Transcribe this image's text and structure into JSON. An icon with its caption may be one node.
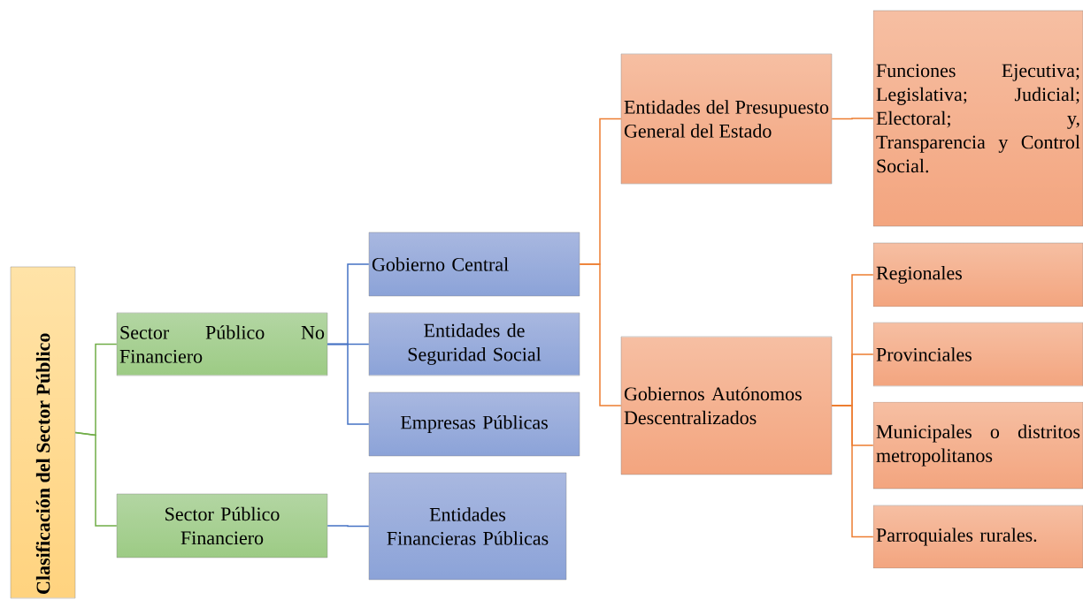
{
  "diagram": {
    "nodes": [
      {
        "text": [
          "Clasificación del Sector Público"
        ]
      },
      {
        "text": [
          "Sector Público No Financiero"
        ]
      },
      {
        "text": [
          "Sector Público Financiero"
        ]
      },
      {
        "text": [
          "Gobierno Central"
        ]
      },
      {
        "text": [
          "Entidades de Seguridad Social"
        ]
      },
      {
        "text": [
          "Empresas Públicas"
        ]
      },
      {
        "text": [
          "Entidades Financieras Públicas"
        ]
      },
      {
        "text": [
          "Entidades del Presupuesto General del Estado"
        ]
      },
      {
        "text": [
          "Funciones Ejecutiva; Legislativa; Judicial; Electoral; y, Transparencia y Control Social."
        ]
      },
      {
        "text": [
          "Gobiernos Autónomos Descentralizados"
        ]
      },
      {
        "text": [
          "Regionales"
        ]
      },
      {
        "text": [
          "Provinciales"
        ]
      },
      {
        "text": [
          "Municipales o distritos metropolitanos"
        ]
      },
      {
        "text": [
          "Parroquiales rurales."
        ]
      }
    ],
    "edges": [
      {
        "from": 0,
        "to": 1,
        "arrow": "none",
        "color": "#70ad47"
      },
      {
        "from": 0,
        "to": 2,
        "arrow": "none",
        "color": "#70ad47"
      },
      {
        "from": 1,
        "to": 3,
        "arrow": "none",
        "color": "#4472c4"
      },
      {
        "from": 1,
        "to": 4,
        "arrow": "none",
        "color": "#4472c4"
      },
      {
        "from": 1,
        "to": 5,
        "arrow": "none",
        "color": "#4472c4"
      },
      {
        "from": 2,
        "to": 6,
        "arrow": "none",
        "color": "#4472c4"
      },
      {
        "from": 3,
        "to": 7,
        "arrow": "none"
      },
      {
        "from": 3,
        "to": 9,
        "arrow": "none"
      },
      {
        "from": 7,
        "to": 8,
        "arrow": "none"
      },
      {
        "from": 9,
        "to": 10,
        "arrow": "none"
      },
      {
        "from": 9,
        "to": 11,
        "arrow": "none"
      },
      {
        "from": 9,
        "to": 12,
        "arrow": "none"
      },
      {
        "from": 9,
        "to": 13,
        "arrow": "none"
      }
    ]
  }
}
